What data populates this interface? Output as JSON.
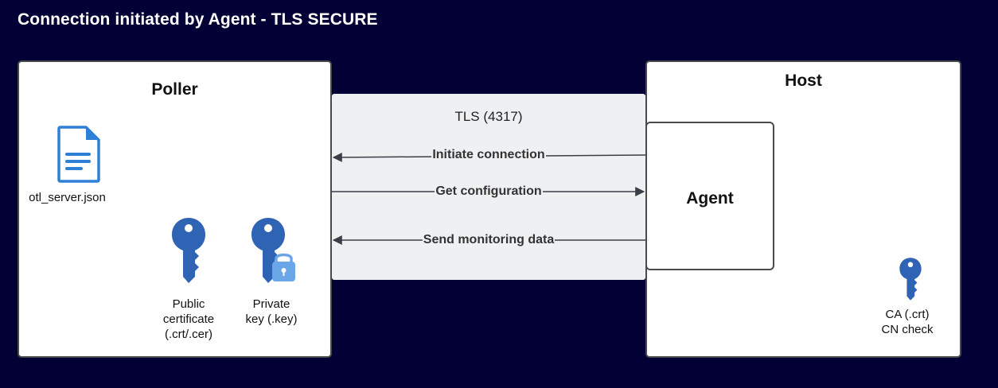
{
  "title": "Connection initiated by Agent - TLS SECURE",
  "poller": {
    "title": "Poller",
    "file_label": "otl_server.json",
    "public_cert_label": "Public\ncertificate\n(.crt/.cer)",
    "private_key_label": "Private\nkey (.key)"
  },
  "host": {
    "title": "Host",
    "agent_title": "Agent",
    "ca_label_line1": "CA (.crt)",
    "ca_label_line2": "CN check"
  },
  "channel": {
    "label": "TLS (4317)",
    "arrows": [
      {
        "label": "Initiate connection",
        "direction": "agent-to-poller"
      },
      {
        "label": "Get configuration",
        "direction": "poller-to-agent"
      },
      {
        "label": "Send monitoring data",
        "direction": "agent-to-poller"
      }
    ]
  },
  "colors": {
    "background": "#020034",
    "icon_blue": "#2f63b3",
    "file_blue": "#2e7fd6",
    "lock_blue": "#6aa6e8",
    "panel": "#eef0f2"
  },
  "icons": {
    "file": "document-icon",
    "public_key": "key-icon",
    "private_key": "locked-key-icon",
    "ca": "key-icon"
  }
}
